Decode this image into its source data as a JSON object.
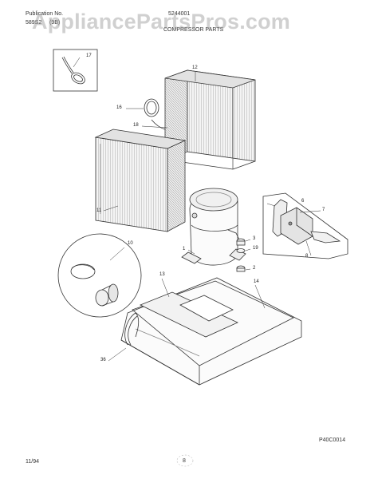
{
  "header": {
    "publication_label": "Publication No.",
    "publication_no": "5244001",
    "model_code": "589S2",
    "model_code_suffix": "(9B)",
    "section_title": "COMPRESSOR PARTS"
  },
  "watermark": "AppliancePartsPros.com",
  "callouts": {
    "c17": "17",
    "c12": "12",
    "c16": "16",
    "c18": "18",
    "c11": "11",
    "c6": "6",
    "c7": "7",
    "c8": "8",
    "c3": "3",
    "c19": "19",
    "c2": "2",
    "c1": "1",
    "c10": "10",
    "c13": "13",
    "c14": "14",
    "c36": "36"
  },
  "footer": {
    "figure_code": "P40C0014",
    "date": "11/94",
    "page_number": "8"
  }
}
